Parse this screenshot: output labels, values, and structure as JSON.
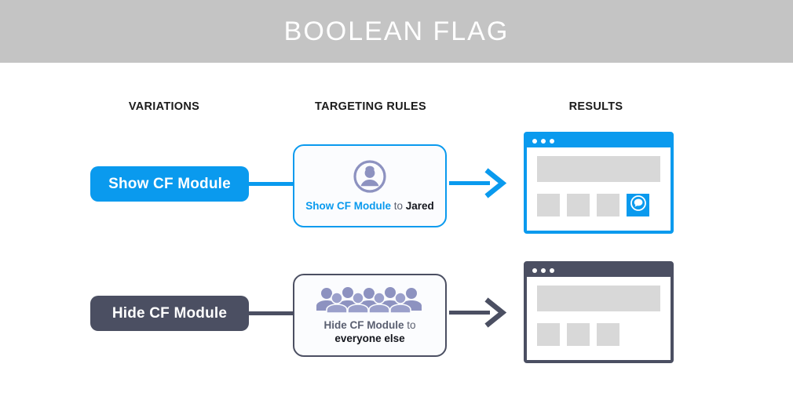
{
  "header": {
    "title": "BOOLEAN FLAG",
    "background_color": "#c4c4c4",
    "text_color": "#ffffff"
  },
  "columns": {
    "variations": "VARIATIONS",
    "targeting_rules": "TARGETING RULES",
    "results": "RESULTS"
  },
  "colors": {
    "accent_blue": "#0a9aee",
    "slate": "#4b4f62",
    "icon_purple": "#8d92c0",
    "placeholder_gray": "#d8d8d8",
    "banner_gray": "#c4c4c4"
  },
  "rows": [
    {
      "variation_label": "Show CF Module",
      "variation_style": "blue",
      "rule_icon": "single-person-icon",
      "rule_text": {
        "action": "Show CF Module",
        "connector": " to ",
        "audience": "Jared"
      },
      "arrow_icon": "arrow-right-icon",
      "result": {
        "window_style": "blue",
        "dots": 3,
        "tiles": [
          "placeholder",
          "placeholder",
          "placeholder",
          "cf-module"
        ],
        "cf_module_icon": "chat-bubble-icon"
      }
    },
    {
      "variation_label": "Hide CF Module",
      "variation_style": "slate",
      "rule_icon": "crowd-of-people-icon",
      "rule_text": {
        "action": "Hide CF Module",
        "connector": " to",
        "audience": "everyone else"
      },
      "arrow_icon": "arrow-right-icon",
      "result": {
        "window_style": "slate",
        "dots": 3,
        "tiles": [
          "placeholder",
          "placeholder",
          "placeholder"
        ],
        "cf_module_icon": null
      }
    }
  ]
}
